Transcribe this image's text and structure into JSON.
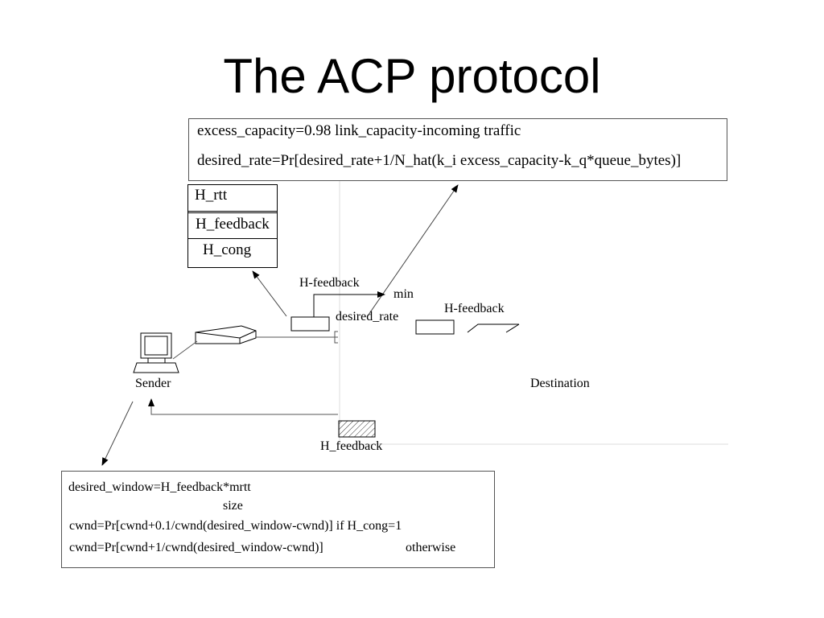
{
  "title": "The ACP protocol",
  "router_box": {
    "line1": "excess_capacity=0.98 link_capacity-incoming traffic",
    "line2": "desired_rate=Pr[desired_rate+1/N_hat(k_i excess_capacity-k_q*queue_bytes)]"
  },
  "header_stack": [
    "H_rtt",
    "H_feedback",
    "H_cong"
  ],
  "labels": {
    "h_feedback_a": "H-feedback",
    "min": "min",
    "desired_rate": "desired_rate",
    "h_feedback_b": "H-feedback",
    "sender": "Sender",
    "destination": "Destination",
    "h_feedback_ack": "H_feedback"
  },
  "sender_box": {
    "line1": "desired_window=H_feedback*mrtt",
    "line1_denominator": "size",
    "line2": "cwnd=Pr[cwnd+0.1/cwnd(desired_window-cwnd)] if H_cong=1",
    "line3_expr": "cwnd=Pr[cwnd+1/cwnd(desired_window-cwnd)]",
    "line3_cond": "otherwise"
  }
}
